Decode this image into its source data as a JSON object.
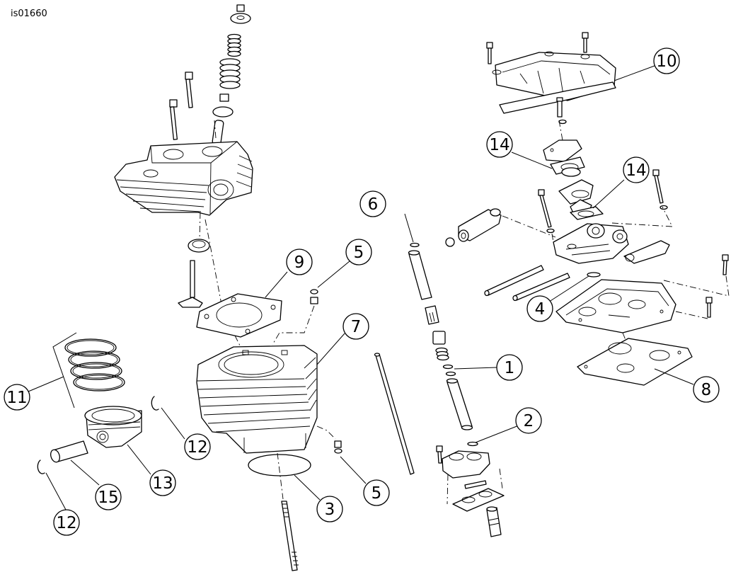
{
  "reference_code": "is01660",
  "callouts": [
    {
      "id": "c1a",
      "label": "1"
    },
    {
      "id": "c2a",
      "label": "2"
    },
    {
      "id": "c3a",
      "label": "3"
    },
    {
      "id": "c4a",
      "label": "4"
    },
    {
      "id": "c5a",
      "label": "5"
    },
    {
      "id": "c5b",
      "label": "5"
    },
    {
      "id": "c6a",
      "label": "6"
    },
    {
      "id": "c7a",
      "label": "7"
    },
    {
      "id": "c8a",
      "label": "8"
    },
    {
      "id": "c9a",
      "label": "9"
    },
    {
      "id": "c10a",
      "label": "10"
    },
    {
      "id": "c11a",
      "label": "11"
    },
    {
      "id": "c12a",
      "label": "12"
    },
    {
      "id": "c12b",
      "label": "12"
    },
    {
      "id": "c13a",
      "label": "13"
    },
    {
      "id": "c14a",
      "label": "14"
    },
    {
      "id": "c14b",
      "label": "14"
    },
    {
      "id": "c15a",
      "label": "15"
    }
  ]
}
